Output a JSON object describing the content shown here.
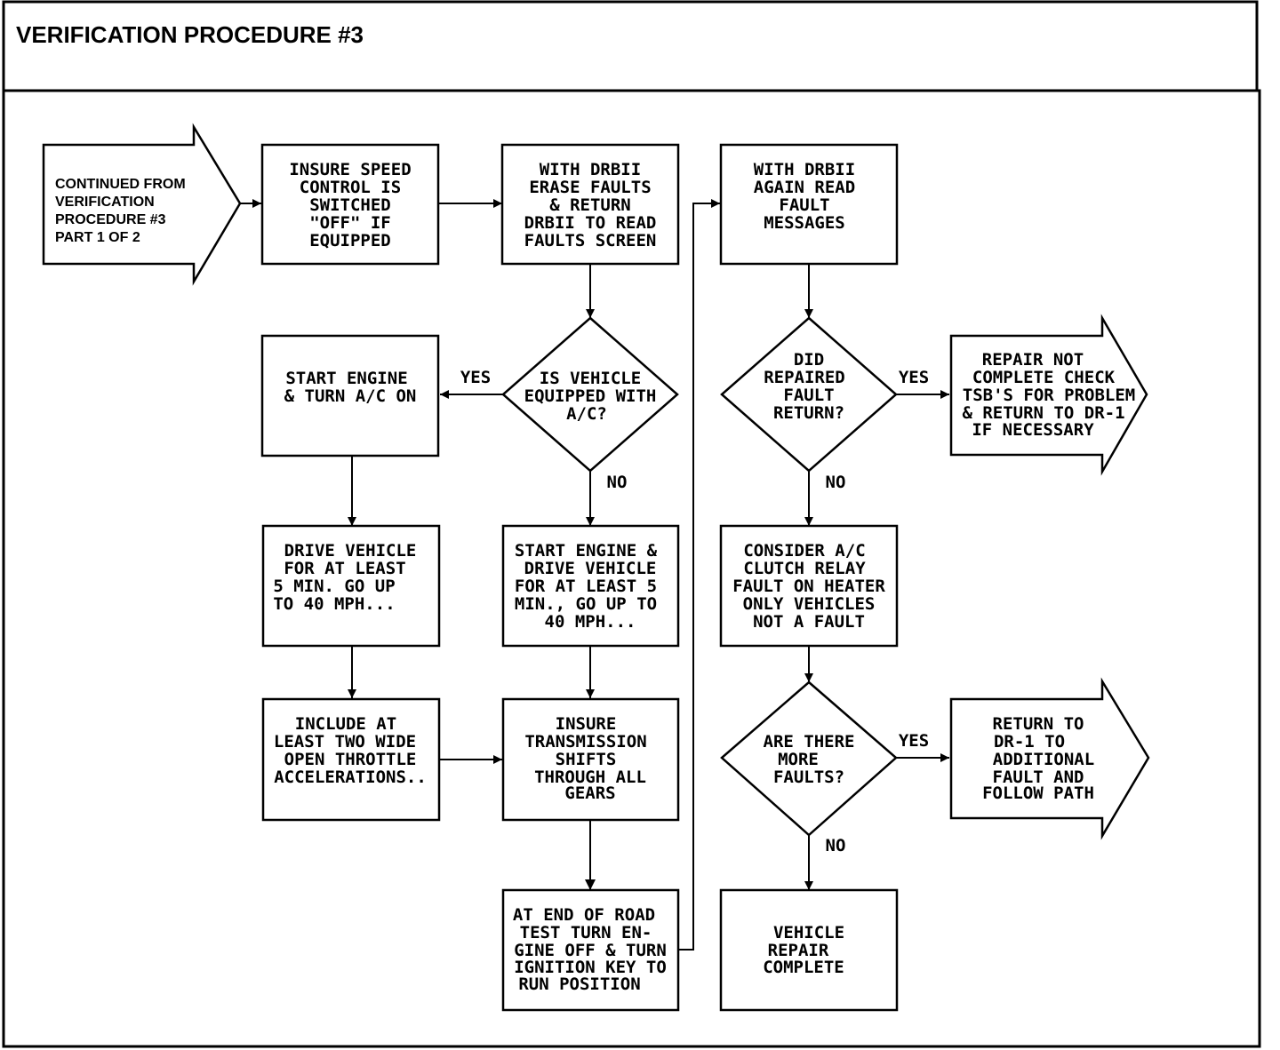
{
  "title": "VERIFICATION PROCEDURE #3",
  "start": [
    "CONTINUED FROM",
    "VERIFICATION",
    "PROCEDURE #3",
    "PART 1 OF 2"
  ],
  "nodes": {
    "insure_speed": [
      "INSURE SPEED",
      "CONTROL IS",
      "SWITCHED",
      "\"OFF\" IF",
      "EQUIPPED"
    ],
    "erase_faults": [
      "WITH DRBII",
      "ERASE FAULTS",
      "& RETURN",
      "DRBII TO READ",
      "FAULTS SCREEN"
    ],
    "read_again": [
      "WITH DRBII",
      "AGAIN READ",
      "FAULT",
      "MESSAGES"
    ],
    "is_ac": [
      "IS VEHICLE",
      "EQUIPPED WITH",
      "A/C?"
    ],
    "start_ac": [
      "START ENGINE",
      "& TURN A/C ON"
    ],
    "drive_left": [
      "DRIVE VEHICLE",
      "FOR AT LEAST",
      "5 MIN. GO UP",
      "TO 40 MPH..."
    ],
    "drive_mid": [
      "START ENGINE &",
      "DRIVE VEHICLE",
      "FOR AT LEAST 5",
      "MIN., GO UP TO",
      "40 MPH..."
    ],
    "include_throttle": [
      "INCLUDE AT",
      "LEAST TWO WIDE",
      "OPEN THROTTLE",
      "ACCELERATIONS.."
    ],
    "insure_trans": [
      "INSURE",
      "TRANSMISSION",
      "SHIFTS",
      "THROUGH ALL",
      "GEARS"
    ],
    "end_road": [
      "AT END OF ROAD",
      "TEST TURN EN-",
      "GINE OFF & TURN",
      "IGNITION KEY TO",
      "RUN POSITION"
    ],
    "did_fault": [
      "DID",
      "REPAIRED",
      "FAULT",
      "RETURN?"
    ],
    "repair_not": [
      "REPAIR NOT",
      "COMPLETE CHECK",
      "TSB'S FOR PROBLEM",
      "& RETURN TO DR-1",
      "IF NECESSARY"
    ],
    "consider_ac": [
      "CONSIDER A/C",
      "CLUTCH RELAY",
      "FAULT ON HEATER",
      "ONLY VEHICLES",
      "NOT A FAULT"
    ],
    "more_faults": [
      "ARE THERE",
      "MORE",
      "FAULTS?"
    ],
    "return_dr1": [
      "RETURN TO",
      "DR-1 TO",
      "ADDITIONAL",
      "FAULT AND",
      "FOLLOW PATH"
    ],
    "complete": [
      "VEHICLE",
      "REPAIR",
      "COMPLETE"
    ]
  },
  "labels": {
    "yes": "YES",
    "no": "NO"
  }
}
